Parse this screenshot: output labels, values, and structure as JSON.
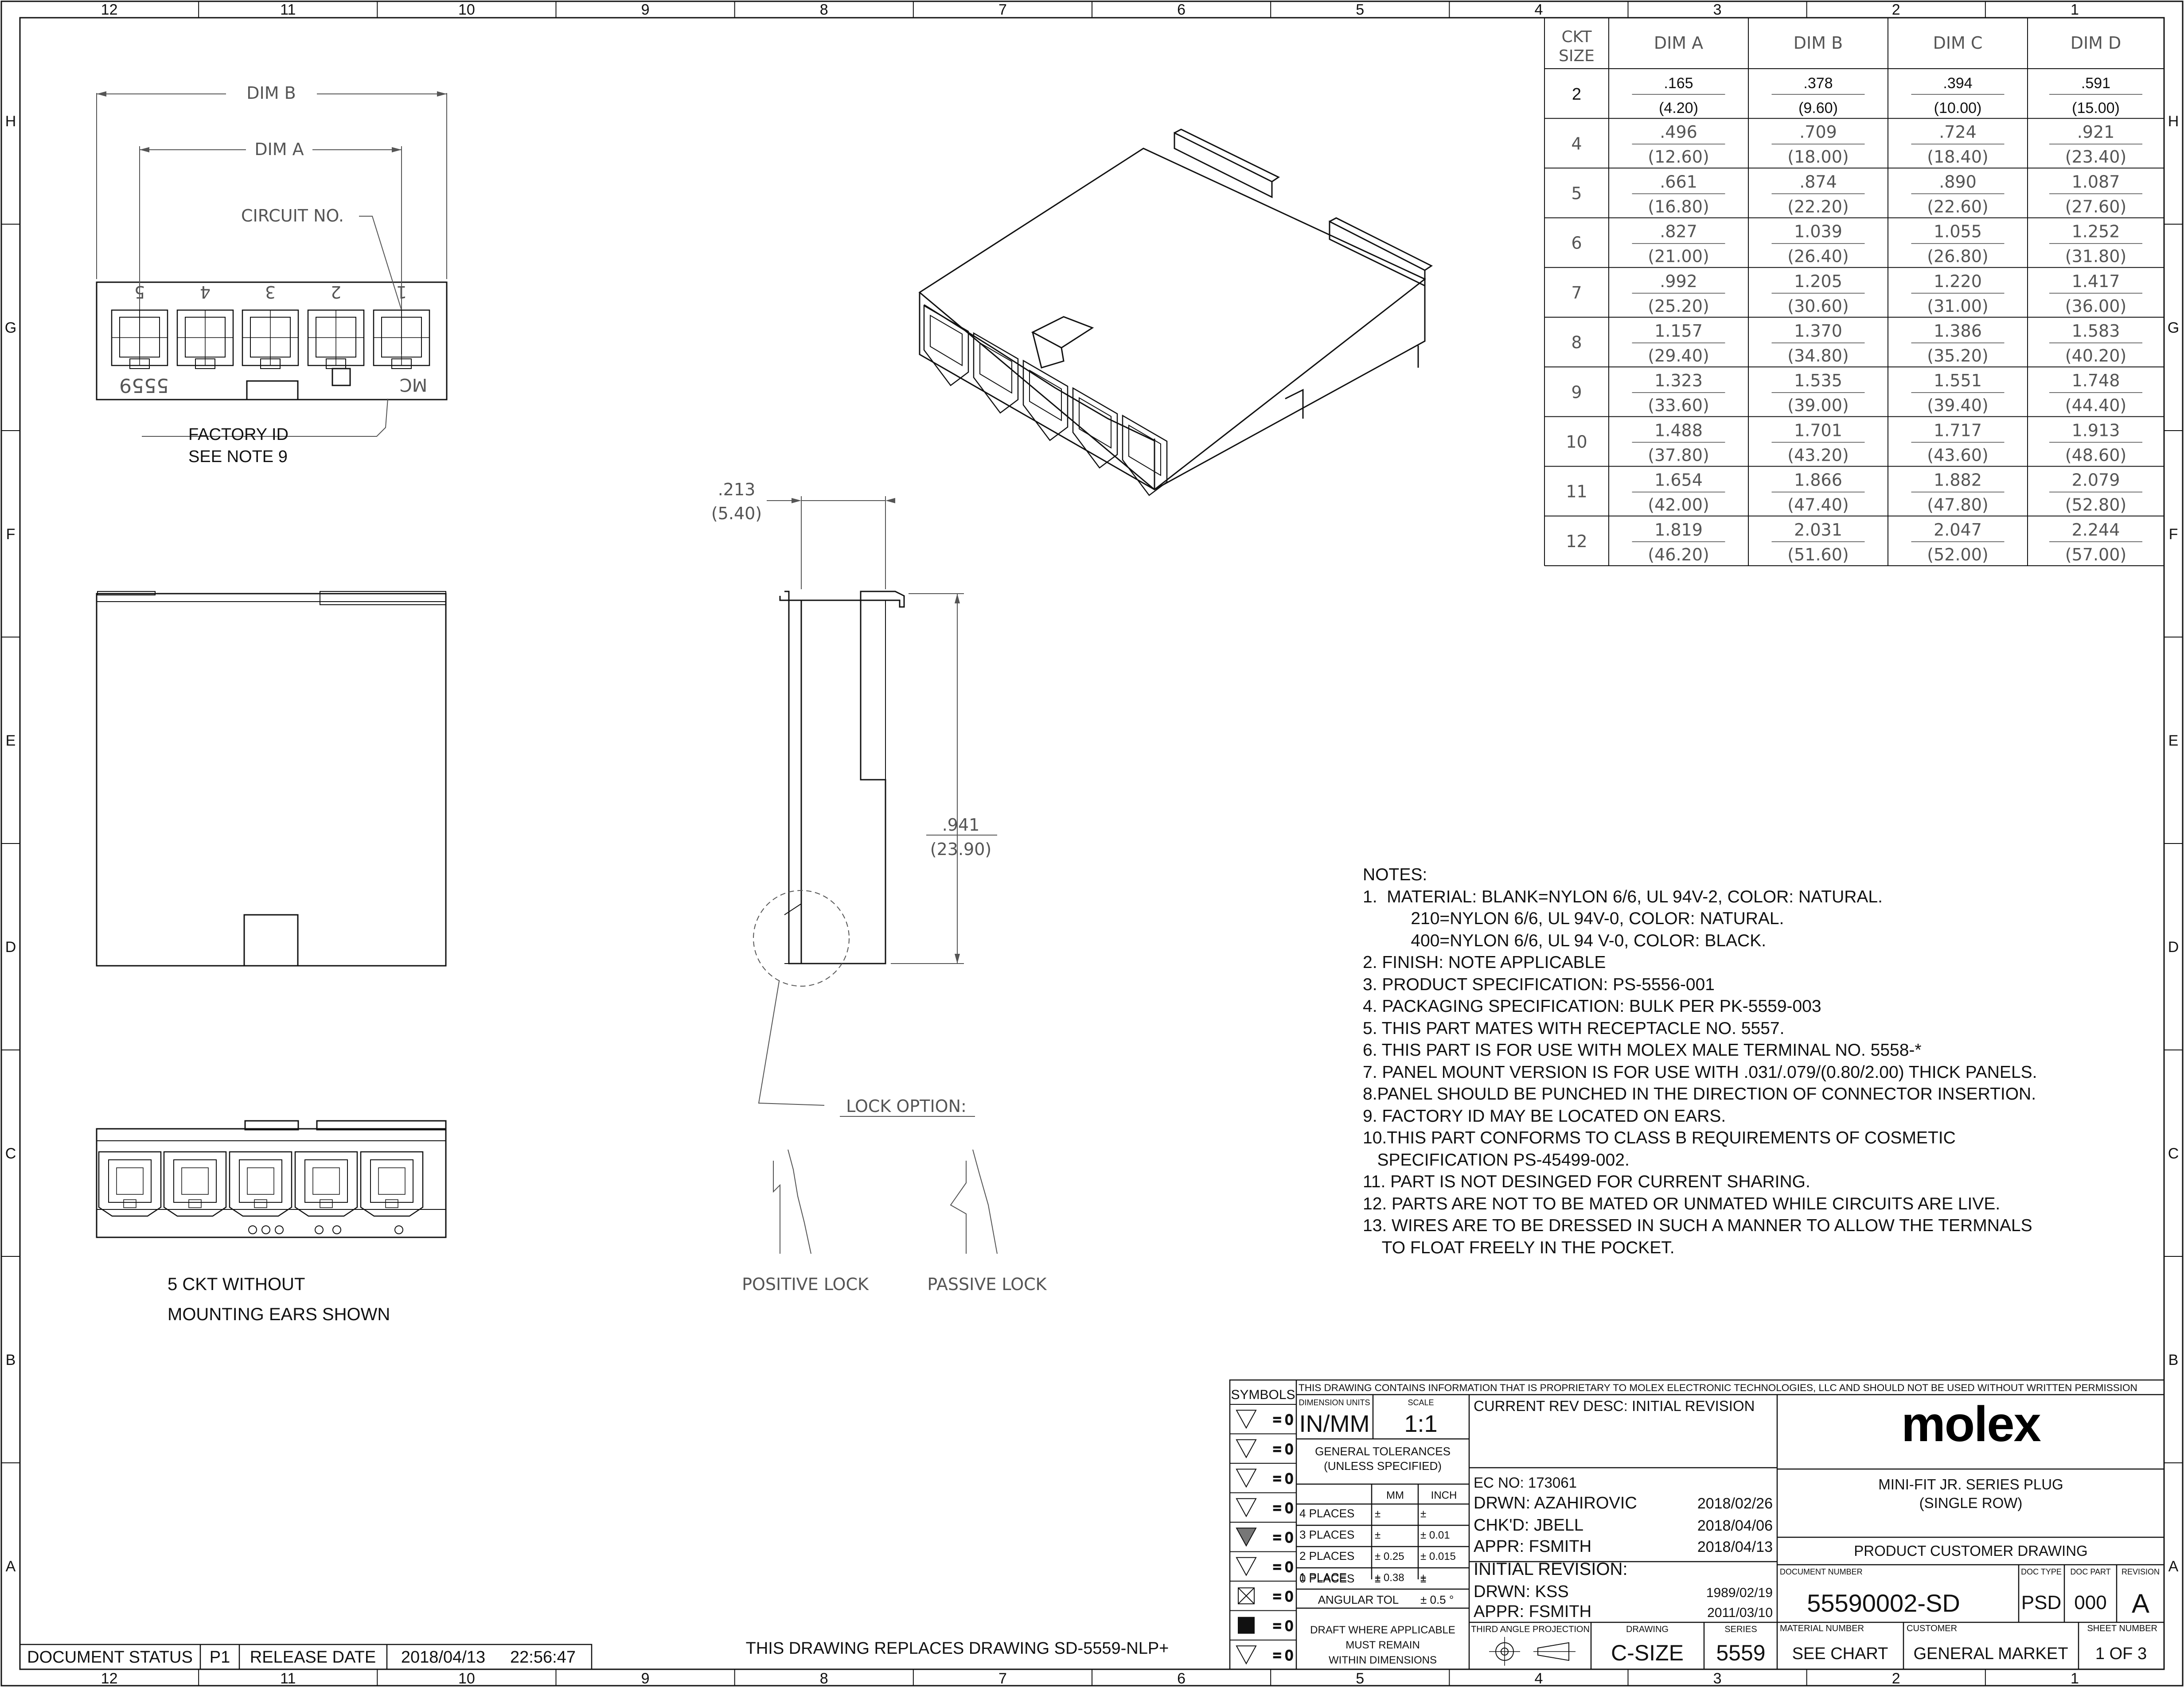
{
  "border": {
    "columns": [
      "12",
      "11",
      "10",
      "9",
      "8",
      "7",
      "6",
      "5",
      "4",
      "3",
      "2",
      "1"
    ],
    "rows": [
      "H",
      "G",
      "F",
      "E",
      "D",
      "C",
      "B",
      "A"
    ]
  },
  "views": {
    "dim_b": "DIM B",
    "dim_a": "DIM A",
    "circuit_no": "CIRCUIT NO.",
    "circuit_numbers": [
      "5",
      "4",
      "3",
      "2",
      "1"
    ],
    "series_mark": "5559",
    "mx_mark": "MC",
    "factory_id_1": "FACTORY ID",
    "factory_id_2": "SEE NOTE 9",
    "side_dim_top": ".213",
    "side_dim_top_mm": "(5.40)",
    "side_dim_height": ".941",
    "side_dim_height_mm": "(23.90)",
    "lock_option": "LOCK OPTION:",
    "positive_lock": "POSITIVE LOCK",
    "passive_lock": "PASSIVE LOCK",
    "caption_1": "5 CKT WITHOUT",
    "caption_2": "MOUNTING EARS SHOWN"
  },
  "dim_table": {
    "headers": [
      "CKT SIZE",
      "DIM A",
      "DIM B",
      "DIM C",
      "DIM D"
    ],
    "rows": [
      {
        "ckt": "2",
        "a": ".165",
        "a_mm": "(4.20)",
        "b": ".378",
        "b_mm": "(9.60)",
        "c": ".394",
        "c_mm": "(10.00)",
        "d": ".591",
        "d_mm": "(15.00)"
      },
      {
        "ckt": "4",
        "a": ".496",
        "a_mm": "(12.60)",
        "b": ".709",
        "b_mm": "(18.00)",
        "c": ".724",
        "c_mm": "(18.40)",
        "d": ".921",
        "d_mm": "(23.40)"
      },
      {
        "ckt": "5",
        "a": ".661",
        "a_mm": "(16.80)",
        "b": ".874",
        "b_mm": "(22.20)",
        "c": ".890",
        "c_mm": "(22.60)",
        "d": "1.087",
        "d_mm": "(27.60)"
      },
      {
        "ckt": "6",
        "a": ".827",
        "a_mm": "(21.00)",
        "b": "1.039",
        "b_mm": "(26.40)",
        "c": "1.055",
        "c_mm": "(26.80)",
        "d": "1.252",
        "d_mm": "(31.80)"
      },
      {
        "ckt": "7",
        "a": ".992",
        "a_mm": "(25.20)",
        "b": "1.205",
        "b_mm": "(30.60)",
        "c": "1.220",
        "c_mm": "(31.00)",
        "d": "1.417",
        "d_mm": "(36.00)"
      },
      {
        "ckt": "8",
        "a": "1.157",
        "a_mm": "(29.40)",
        "b": "1.370",
        "b_mm": "(34.80)",
        "c": "1.386",
        "c_mm": "(35.20)",
        "d": "1.583",
        "d_mm": "(40.20)"
      },
      {
        "ckt": "9",
        "a": "1.323",
        "a_mm": "(33.60)",
        "b": "1.535",
        "b_mm": "(39.00)",
        "c": "1.551",
        "c_mm": "(39.40)",
        "d": "1.748",
        "d_mm": "(44.40)"
      },
      {
        "ckt": "10",
        "a": "1.488",
        "a_mm": "(37.80)",
        "b": "1.701",
        "b_mm": "(43.20)",
        "c": "1.717",
        "c_mm": "(43.60)",
        "d": "1.913",
        "d_mm": "(48.60)"
      },
      {
        "ckt": "11",
        "a": "1.654",
        "a_mm": "(42.00)",
        "b": "1.866",
        "b_mm": "(47.40)",
        "c": "1.882",
        "c_mm": "(47.80)",
        "d": "2.079",
        "d_mm": "(52.80)"
      },
      {
        "ckt": "12",
        "a": "1.819",
        "a_mm": "(46.20)",
        "b": "2.031",
        "b_mm": "(51.60)",
        "c": "2.047",
        "c_mm": "(52.00)",
        "d": "2.244",
        "d_mm": "(57.00)"
      }
    ]
  },
  "notes": {
    "title": "NOTES:",
    "lines": [
      "1.  MATERIAL: BLANK=NYLON 6/6, UL 94V-2, COLOR: NATURAL.",
      "          210=NYLON 6/6, UL 94V-0, COLOR: NATURAL.",
      "          400=NYLON 6/6, UL 94 V-0, COLOR: BLACK.",
      "2. FINISH: NOTE APPLICABLE",
      "3. PRODUCT SPECIFICATION: PS-5556-001",
      "4. PACKAGING SPECIFICATION: BULK PER PK-5559-003",
      "5. THIS PART MATES WITH RECEPTACLE NO. 5557.",
      "6. THIS PART IS FOR USE WITH MOLEX MALE TERMINAL NO. 5558-*",
      "7. PANEL MOUNT VERSION IS FOR USE WITH .031/.079/(0.80/2.00) THICK PANELS.",
      "8.PANEL SHOULD BE PUNCHED IN THE DIRECTION OF CONNECTOR INSERTION.",
      "9. FACTORY ID MAY BE LOCATED ON EARS.",
      "10.THIS PART CONFORMS TO CLASS B REQUIREMENTS OF COSMETIC",
      "   SPECIFICATION PS-45499-002.",
      "11. PART IS NOT DESINGED FOR CURRENT SHARING.",
      "12. PARTS ARE NOT TO BE MATED OR UNMATED WHILE CIRCUITS ARE LIVE.",
      "13. WIRES ARE TO BE DRESSED IN SUCH A MANNER TO ALLOW THE TERMNALS",
      "    TO FLOAT FREELY IN THE POCKET."
    ]
  },
  "status_bar": {
    "document_status_label": "DOCUMENT STATUS",
    "document_status": "P1",
    "release_date_label": "RELEASE DATE",
    "release_date": "2018/04/13",
    "release_time": "22:56:47"
  },
  "replaces": "THIS DRAWING REPLACES DRAWING SD-5559-NLP+",
  "title_block": {
    "proprietary": "THIS DRAWING CONTAINS INFORMATION THAT IS PROPRIETARY TO MOLEX ELECTRONIC TECHNOLOGIES, LLC AND SHOULD NOT BE USED WITHOUT WRITTEN PERMISSION",
    "symbols_label": "SYMBOLS",
    "symbol_values": [
      "= 0",
      "= 0",
      "= 0",
      "= 0",
      "= 0",
      "= 0",
      "= 0",
      "= 0",
      "= 0"
    ],
    "dimension_units_label": "DIMENSION UNITS",
    "scale_label": "SCALE",
    "dimension_units": "IN/MM",
    "scale": "1:1",
    "general_tolerances": "GENERAL TOLERANCES",
    "unless_specified": "(UNLESS SPECIFIED)",
    "mm_label": "MM",
    "inch_label": "INCH",
    "tolerances": [
      {
        "label": "4 PLACES",
        "mm": "±",
        "inch": "±"
      },
      {
        "label": "3 PLACES",
        "mm": "±",
        "inch": "±  0.01"
      },
      {
        "label": "2 PLACES",
        "mm": "±  0.25",
        "inch": "±  0.015"
      },
      {
        "label": "1 PLACE",
        "mm": "±  0.38",
        "inch": "±"
      },
      {
        "label": "0 PLACES",
        "mm": "±",
        "inch": "±"
      }
    ],
    "angular_tol_label": "ANGULAR TOL",
    "angular_tol": "±  0.5 °",
    "draft_1": "DRAFT WHERE APPLICABLE",
    "draft_2": "MUST REMAIN",
    "draft_3": "WITHIN DIMENSIONS",
    "current_rev_desc": "CURRENT REV DESC: INITIAL REVISION",
    "ec_no": "EC NO:   173061",
    "drwn": "DRWN:   AZAHIROVIC",
    "drwn_date": "2018/02/26",
    "chkd": "CHK'D:   JBELL",
    "chkd_date": "2018/04/06",
    "appr": "APPR:   FSMITH",
    "appr_date": "2018/04/13",
    "initial_revision": "INITIAL REVISION:",
    "init_drwn": "DRWN:   KSS",
    "init_drwn_date": "1989/02/19",
    "init_appr": "APPR:   FSMITH",
    "init_appr_date": "2011/03/10",
    "third_angle": "THIRD ANGLE PROJECTION",
    "drawing_label": "DRAWING",
    "drawing": "C-SIZE",
    "series_label": "SERIES",
    "series": "5559",
    "logo": "molex",
    "title_1": "MINI-FIT JR. SERIES PLUG",
    "title_2": "(SINGLE ROW)",
    "drawing_type": "PRODUCT CUSTOMER DRAWING",
    "document_number_label": "DOCUMENT NUMBER",
    "document_number": "55590002-SD",
    "doc_type_label": "DOC TYPE",
    "doc_type": "PSD",
    "doc_part_label": "DOC PART",
    "doc_part": "000",
    "revision_label": "REVISION",
    "revision": "A",
    "material_number_label": "MATERIAL NUMBER",
    "material_number": "SEE CHART",
    "customer_label": "CUSTOMER",
    "customer": "GENERAL MARKET",
    "sheet_number_label": "SHEET NUMBER",
    "sheet_number": "1 OF 3"
  },
  "colors": {
    "line": "#111111",
    "light_line": "#555555",
    "fill_dark": "#222222"
  }
}
